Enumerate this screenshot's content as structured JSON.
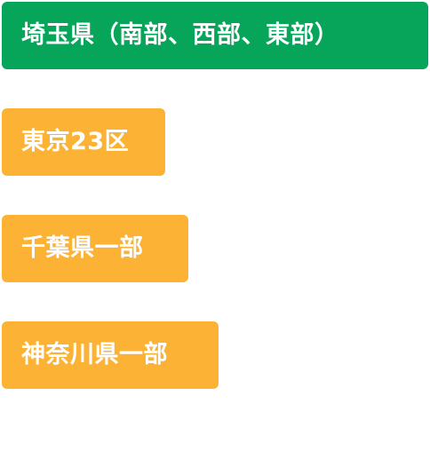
{
  "colors": {
    "active": "#07a55a",
    "inactive": "#fcb234",
    "text": "#ffffff"
  },
  "regions": [
    {
      "label": "埼玉県（南部、西部、東部）",
      "state": "selected"
    },
    {
      "label": "東京23区",
      "state": "unselected"
    },
    {
      "label": "千葉県一部",
      "state": "unselected"
    },
    {
      "label": "神奈川県一部",
      "state": "unselected"
    }
  ]
}
